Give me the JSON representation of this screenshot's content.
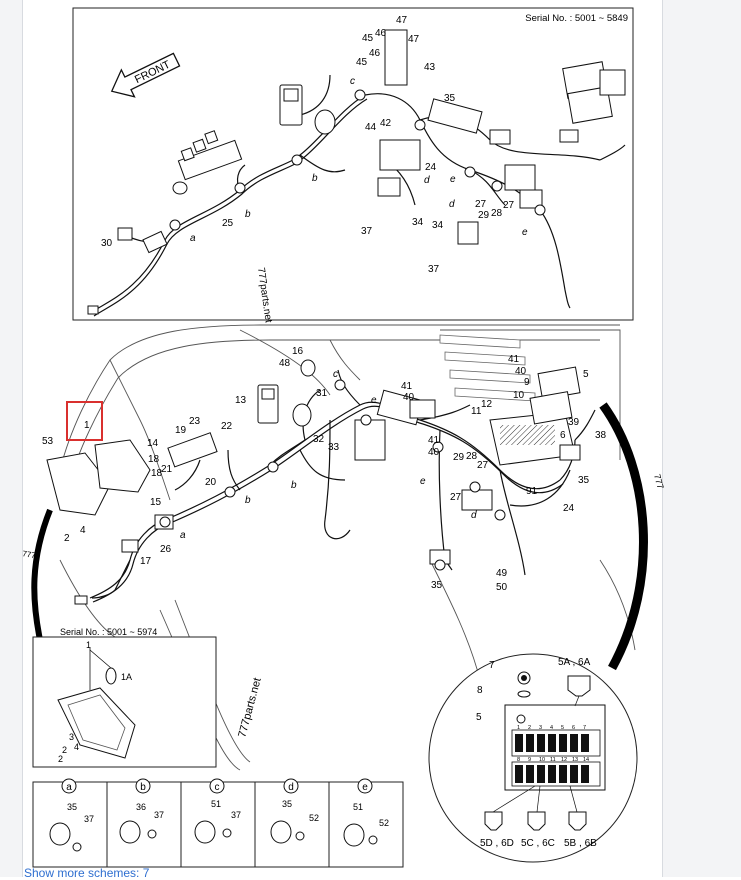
{
  "top_panel": {
    "serial": "Serial No. : 5001 ~ 5849",
    "front": "FRONT",
    "watermark": "777parts.net"
  },
  "inset_lamp": {
    "serial": "Serial No. : 5001 ~ 5974"
  },
  "selection_marker_label": "1",
  "clamp_legend": [
    {
      "letter": "a",
      "parts": [
        "35",
        "37"
      ]
    },
    {
      "letter": "b",
      "parts": [
        "36",
        "37"
      ]
    },
    {
      "letter": "c",
      "parts": [
        "51",
        "37"
      ]
    },
    {
      "letter": "d",
      "parts": [
        "35",
        "52"
      ]
    },
    {
      "letter": "e",
      "parts": [
        "51",
        "52"
      ]
    }
  ],
  "fuse_box": {
    "row_top": [
      "1",
      "2",
      "3",
      "4",
      "5",
      "6",
      "7"
    ],
    "row_bottom": [
      "8",
      "9",
      "10",
      "11",
      "12",
      "13",
      "14"
    ],
    "fuse_labels": [
      "5A , 6A",
      "5D , 6D",
      "5C , 6C",
      "5B , 6B"
    ]
  },
  "main_watermark": "777parts.net",
  "side_watermark": "777",
  "link": {
    "show_more": "Show more schemes: 7"
  }
}
